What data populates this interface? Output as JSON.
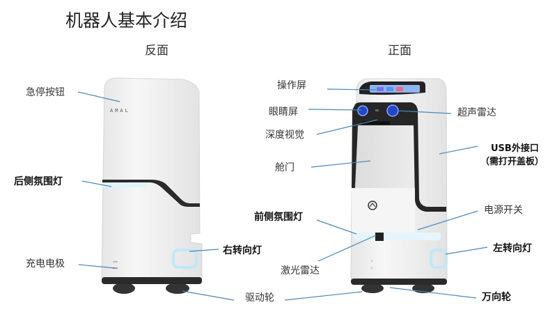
{
  "title": "机器人基本介绍",
  "views": {
    "back": "反面",
    "front": "正面"
  },
  "back_labels": {
    "emergency_stop": "急停按钮",
    "rear_ambient_light": "后侧氛围灯",
    "charging_electrode": "充电电极",
    "right_turn_light": "右转向灯",
    "drive_wheel": "驱动轮"
  },
  "front_labels": {
    "control_screen": "操作屏",
    "eye_screen": "眼睛屏",
    "ultrasonic_radar": "超声雷达",
    "depth_vision": "深度视觉",
    "hatch_door": "舱门",
    "usb_port": "USB外接口",
    "usb_note": "（需打开盖板）",
    "front_ambient_light": "前侧氛围灯",
    "power_switch": "电源开关",
    "left_turn_light": "左转向灯",
    "lidar": "激光雷达",
    "caster_wheel": "万向轮"
  },
  "logo_text": "AMAL",
  "colors": {
    "leader_line": "#4a86b8",
    "glow": "#bfe8f7",
    "body": "#f2f2f2",
    "dark": "#2a2a2a"
  }
}
